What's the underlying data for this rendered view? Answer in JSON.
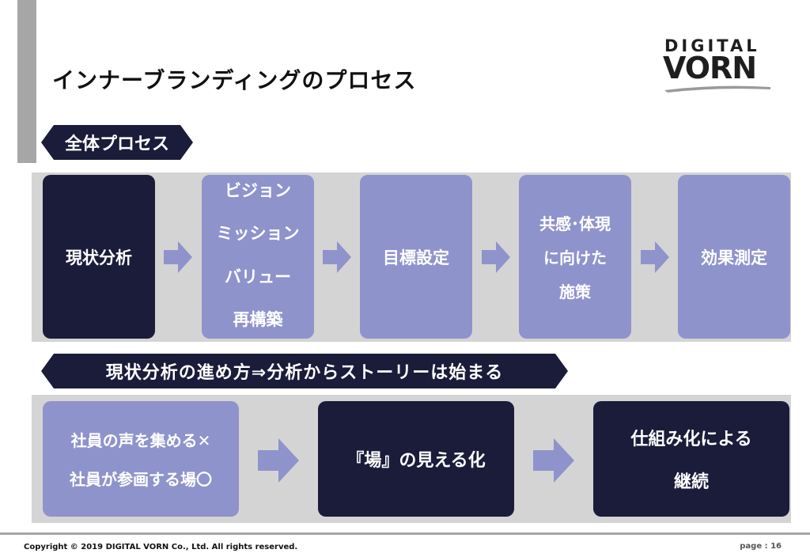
{
  "slide": {
    "title": "インナーブランディングのプロセス"
  },
  "logo": {
    "line1": "DIGITAL",
    "line2": "VORN"
  },
  "section1": {
    "label": "全体プロセス",
    "steps": [
      {
        "lines": [
          "現状分析"
        ],
        "style": "dark"
      },
      {
        "lines": [
          "ビジョン",
          "ミッション",
          "バリュー",
          "再構築"
        ],
        "style": "light"
      },
      {
        "lines": [
          "目標設定"
        ],
        "style": "light"
      },
      {
        "lines": [
          "共感･体現",
          "に向けた",
          "施策"
        ],
        "style": "light"
      },
      {
        "lines": [
          "効果測定"
        ],
        "style": "light"
      }
    ]
  },
  "section2": {
    "label": "現状分析の進め方⇒分析からストーリーは始まる",
    "steps": [
      {
        "lines": [
          "社員の声を集める✕",
          "社員が参画する場〇"
        ],
        "style": "light"
      },
      {
        "lines": [
          "『場』の見える化"
        ],
        "style": "dark"
      },
      {
        "lines": [
          "仕組み化による",
          "継続"
        ],
        "style": "dark"
      }
    ]
  },
  "footer": {
    "copyright": "Copyright © 2019 DIGITAL VORN Co., Ltd.  All rights reserved.",
    "page": "page :  16"
  },
  "colors": {
    "dark": "#1b1c3a",
    "light": "#8f93cc",
    "band": "#d4d4d4",
    "arrow": "#8f93cc"
  }
}
